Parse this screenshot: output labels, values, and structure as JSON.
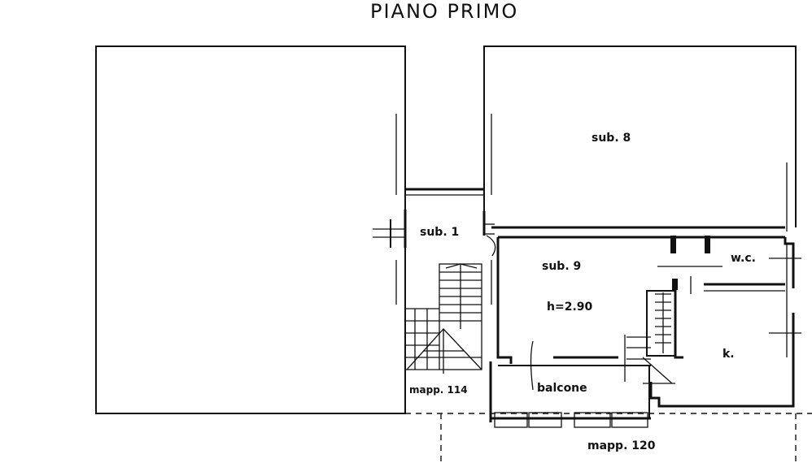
{
  "title": "PIANO  PRIMO",
  "labels": {
    "sub8": "sub. 8",
    "sub1": "sub. 1",
    "sub9": "sub. 9",
    "height": "h=2.90",
    "wc": "w.c.",
    "kitchen": "k.",
    "balcony": "balcone",
    "mapp114": "mapp. 114",
    "mapp120": "mapp. 120"
  }
}
